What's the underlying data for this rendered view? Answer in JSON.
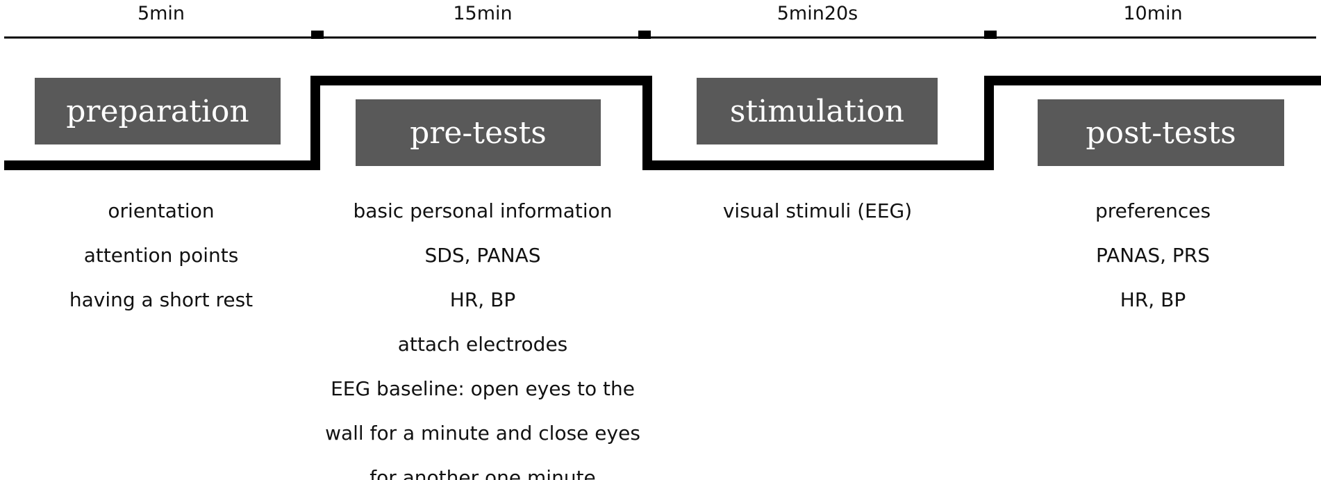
{
  "colors": {
    "box_fill": "#595959",
    "box_text": "#ffffff",
    "line": "#000000",
    "text": "#111111"
  },
  "phases": [
    {
      "duration": "5min",
      "label": "preparation",
      "details": [
        "orientation",
        "attention points",
        "having a short rest"
      ]
    },
    {
      "duration": "15min",
      "label": "pre-tests",
      "details": [
        "basic personal information",
        "SDS, PANAS",
        "HR, BP",
        "attach electrodes",
        "EEG baseline: open eyes to the",
        "wall for a minute and close eyes",
        "for another one minute"
      ]
    },
    {
      "duration": "5min20s",
      "label": "stimulation",
      "details": [
        "visual stimuli (EEG)"
      ]
    },
    {
      "duration": "10min",
      "label": "post-tests",
      "details": [
        "preferences",
        "PANAS, PRS",
        "HR, BP"
      ]
    }
  ]
}
